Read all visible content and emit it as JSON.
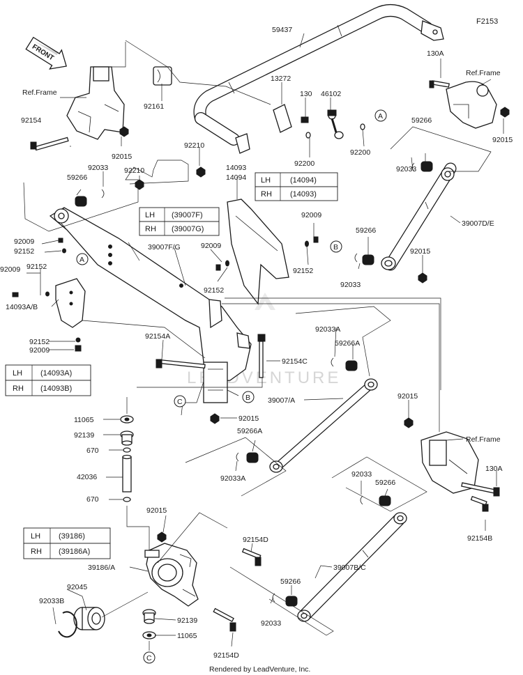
{
  "diagram_code": "F2153",
  "footer": "Rendered by LeadVenture, Inc.",
  "watermark": "LEADVENTURE",
  "front_arrow": "FRONT",
  "ref_frame": "Ref.Frame",
  "labels": {
    "p59437": "59437",
    "p13272": "13272",
    "p130": "130",
    "p46102": "46102",
    "p130A_top": "130A",
    "p92161": "92161",
    "p92154_tl": "92154",
    "p92015_tl": "92015",
    "p92015_tr": "92015",
    "p92210_a": "92210",
    "p92210_b": "92210",
    "p92200_a": "92200",
    "p92200_b": "92200",
    "p59266_tr": "59266",
    "p92033_tr": "92033",
    "p92033_l": "92033",
    "p59266_l": "59266",
    "p14093": "14093",
    "p14094": "14094",
    "p92009_a": "92009",
    "p92009_b": "92009",
    "p92009_c": "92009",
    "p92009_d": "92009",
    "p92009_e": "92009",
    "p92152_a": "92152",
    "p92152_b": "92152",
    "p92152_c": "92152",
    "p92152_d": "92152",
    "p92152_e": "92152",
    "p39007FG": "39007F/G",
    "p39007DE": "39007D/E",
    "p59266_b": "59266",
    "p92015_b": "92015",
    "p92033_b": "92033",
    "p14093AB": "14093A/B",
    "p92154A": "92154A",
    "p92154C": "92154C",
    "p92033A_top": "92033A",
    "p59266A_top": "59266A",
    "p39007A": "39007/A",
    "p11065_top": "11065",
    "p92139_top": "92139",
    "p670_top": "670",
    "p42036": "42036",
    "p670_bot": "670",
    "p92015_mid": "92015",
    "p59266A_mid": "59266A",
    "p92033A_mid": "92033A",
    "p92015_r": "92015",
    "p130A_r": "130A",
    "p92154B": "92154B",
    "p92033_br": "92033",
    "p59266_br": "59266",
    "p92015_hub": "92015",
    "p39186A": "39186/A",
    "p92154D_a": "92154D",
    "p92045": "92045",
    "p92033B": "92033B",
    "p39007BC": "39007B/C",
    "p59266_bot": "59266",
    "p92033_bot": "92033",
    "p92139_bot": "92139",
    "p11065_bot": "11065",
    "p92154D_b": "92154D"
  },
  "callouts": {
    "A1": "A",
    "A2": "A",
    "B1": "B",
    "B2": "B",
    "C1": "C",
    "C2": "C"
  },
  "tables": {
    "t1": [
      [
        "LH",
        "(14094)"
      ],
      [
        "RH",
        "(14093)"
      ]
    ],
    "t2": [
      [
        "LH",
        "(39007F)"
      ],
      [
        "RH",
        "(39007G)"
      ]
    ],
    "t3": [
      [
        "LH",
        "(14093A)"
      ],
      [
        "RH",
        "(14093B)"
      ]
    ],
    "t4": [
      [
        "LH",
        "(39186)"
      ],
      [
        "RH",
        "(39186A)"
      ]
    ]
  }
}
